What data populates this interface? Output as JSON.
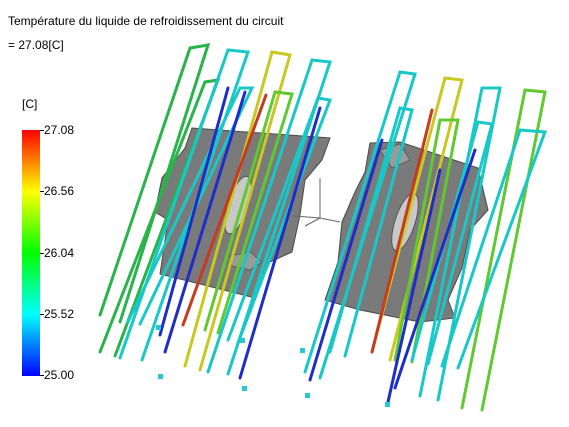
{
  "title": "Température du liquide de refroidissement du circuit",
  "value_text": "= 27.08[C]",
  "legend": {
    "unit": "[C]",
    "ticks": [
      "27.08",
      "26.56",
      "26.04",
      "25.52",
      "25.00"
    ]
  }
}
